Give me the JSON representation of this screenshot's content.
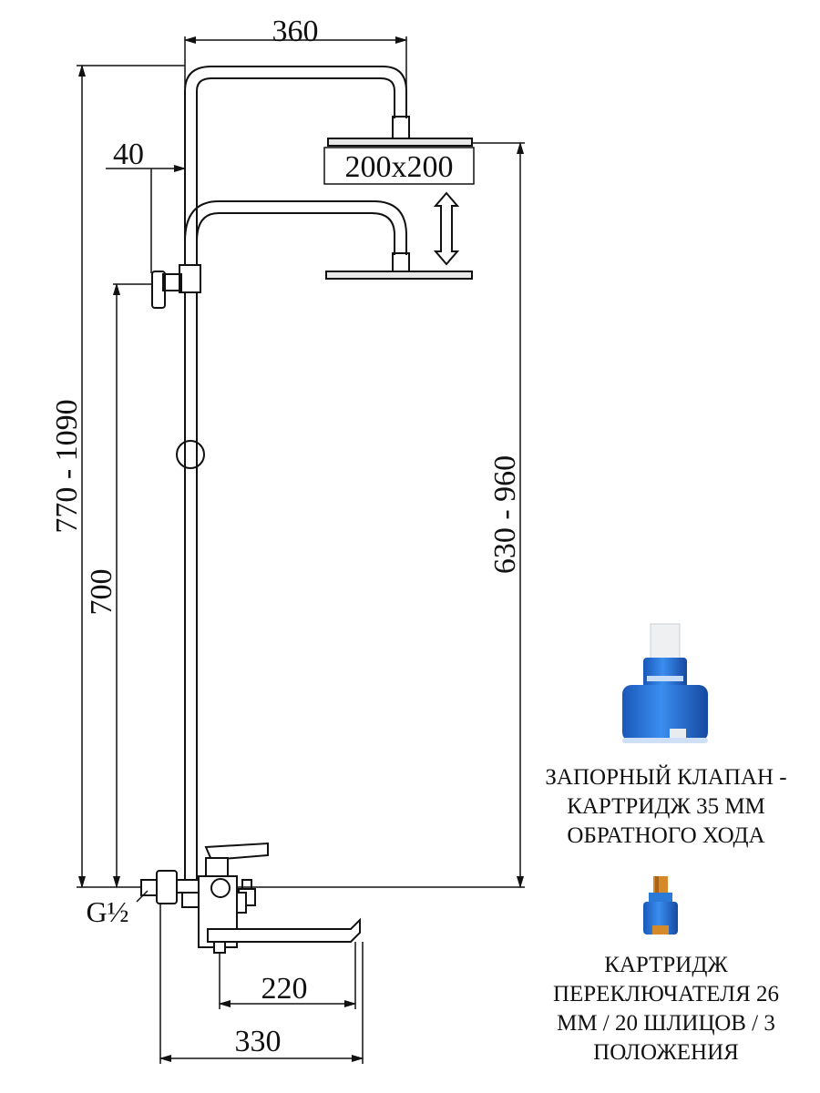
{
  "dimensions": {
    "top_width": "360",
    "wall_offset": "40",
    "head_size": "200x200",
    "total_height": "770 - 1090",
    "outlet_height": "700",
    "head_height": "630 - 960",
    "spout_length": "220",
    "mixer_length": "330",
    "thread": "G½"
  },
  "captions": {
    "valve_lines": [
      "ЗАПОРНЫЙ КЛАПАН -",
      "КАРТРИДЖ 35 ММ",
      "ОБРАТНОГО ХОДА"
    ],
    "switch_lines": [
      "КАРТРИДЖ",
      "ПЕРЕКЛЮЧАТЕЛЯ 26",
      "ММ / 20 ШЛИЦОВ / 3",
      "ПОЛОЖЕНИЯ"
    ]
  },
  "colors": {
    "line": "#111111",
    "cartridge_blue": "#1f6fd6",
    "cartridge_white": "#e9ecef",
    "cartridge_brass": "#d4892a"
  },
  "icons": [
    "adjust-arrow-icon",
    "cartridge-35-icon",
    "cartridge-26-icon"
  ]
}
